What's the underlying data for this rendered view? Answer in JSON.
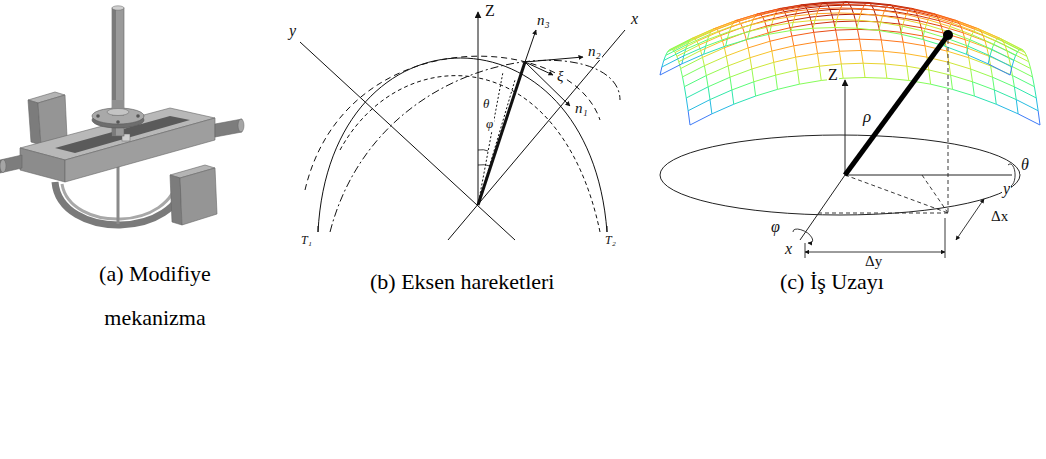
{
  "diagram": {
    "labels": [
      "Z",
      "y",
      "x",
      "n₃",
      "n₂",
      "ξ",
      "n₁",
      "θ",
      "φ",
      "T₁",
      "T₂",
      "Z",
      "ρ",
      "θ",
      "y",
      "φ",
      "x",
      "Δy",
      "Δx",
      "(a) Modifiye mekanizma",
      "(b) Eksen hareketleri",
      "(c) İş Uzayı"
    ]
  }
}
